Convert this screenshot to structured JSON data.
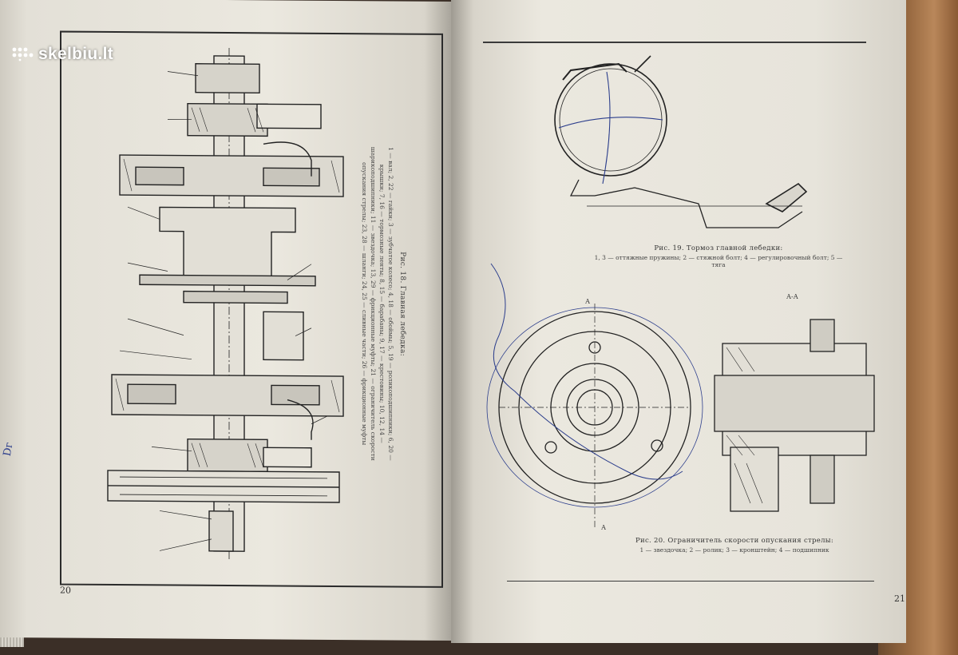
{
  "watermark": {
    "text": "skelbiu.lt"
  },
  "left_page": {
    "page_number": "20",
    "figure_caption": "Рис. 18. Главная лебедка:",
    "figure_legend": "1 — вал; 2, 22 — гайки; 3 — зубчатое колесо; 4, 18 — обоймы; 5, 19 — роликоподшипники; 6, 20 — крышки; 7, 16 — тормозные ленты; 8, 15 — барабаны; 9, 17 — крестовины; 10, 12, 14 — шарикоподшипники; 11 — звездочка; 13, 29 — фрикционные муфты; 21 — ограничитель скорости опускания стрелы; 23, 28 — шланги; 24, 25 — сливные части; 26 — фрикционные муфты"
  },
  "right_page": {
    "page_number": "21",
    "fig19_caption": "Рис. 19. Тормоз главной лебедки:",
    "fig19_legend": "1, 3 — оттяжные пружины; 2 — стяжной болт; 4 — регулировочный болт; 5 — тяга",
    "fig20_caption": "Рис. 20. Ограничитель скорости опускания стрелы:",
    "fig20_legend": "1 — звездочка; 2 — ролик; 3 — кронштейн; 4 — подшипник",
    "section_label": "А-А",
    "section_mark": "А"
  },
  "colors": {
    "ink": "#2b2b2b",
    "pen": "#2c3e8c",
    "page": "#e9e6dd",
    "cover": "#9a6b42"
  }
}
